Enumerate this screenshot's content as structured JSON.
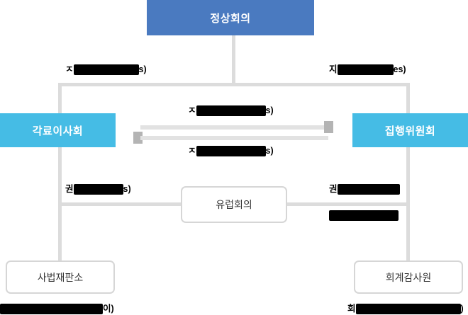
{
  "diagram": {
    "title_node": {
      "label": "정상회의"
    },
    "nodes": {
      "council_of_ministers": {
        "label": "각료이사회"
      },
      "executive_commission": {
        "label": "집행위원회"
      },
      "european_council": {
        "label": "유럽회의"
      },
      "court_of_justice": {
        "label": "사법재판소"
      },
      "court_of_auditors": {
        "label": "회계감사원"
      }
    },
    "edge_labels": {
      "summit_to_council_left": {
        "prefix": "ㅈ",
        "redacted": true,
        "suffix": "s)"
      },
      "summit_to_commission_right": {
        "prefix": "지",
        "redacted": true,
        "suffix": "es)"
      },
      "arrow_top": {
        "prefix": "ㅈ",
        "redacted": true,
        "suffix": "s)"
      },
      "arrow_bottom": {
        "prefix": "ㅈ",
        "redacted": true,
        "suffix": "s)"
      },
      "council_to_european_left": {
        "prefix": "권",
        "redacted": true,
        "suffix": "s)"
      },
      "commission_to_european_right_line1": {
        "prefix": "권",
        "redacted": true,
        "suffix": ""
      },
      "commission_to_european_right_line2": {
        "prefix": "",
        "redacted": true,
        "suffix": ""
      }
    },
    "captions": {
      "court_of_justice_caption": {
        "prefix": "",
        "redacted": true,
        "suffix": "이)"
      },
      "court_of_auditors_caption": {
        "prefix": "회",
        "redacted": true,
        "suffix": ")"
      }
    },
    "colors": {
      "summit": "#4a7ac0",
      "cyan_node": "#45bce5",
      "connector": "#dcdcdc",
      "arrow_shaft": "#e2e2e2",
      "arrow_head": "#b4b4b4",
      "outline_border": "#d6d6d6",
      "redaction": "#000000"
    }
  }
}
